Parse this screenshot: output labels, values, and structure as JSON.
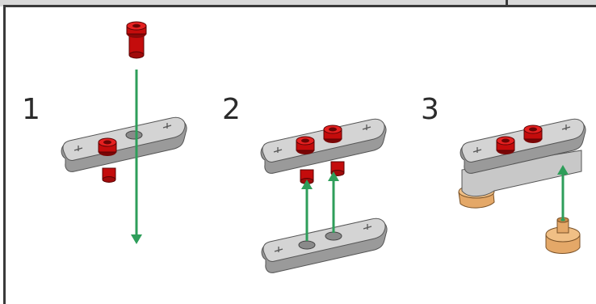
{
  "steps": [
    {
      "number": "1"
    },
    {
      "number": "2"
    },
    {
      "number": "3"
    }
  ],
  "colors": {
    "beam": "#d0d0d0",
    "beam_shadow": "#9a9a9a",
    "pin_red": "#d10f0f",
    "pin_dark": "#7a0606",
    "arrow": "#2e9e5a",
    "tan": "#e4a868",
    "frame": "#3a3a3a"
  },
  "icons": [
    "red-pin-icon",
    "gray-beam-icon",
    "tan-bushing-icon",
    "green-arrow-icon"
  ]
}
